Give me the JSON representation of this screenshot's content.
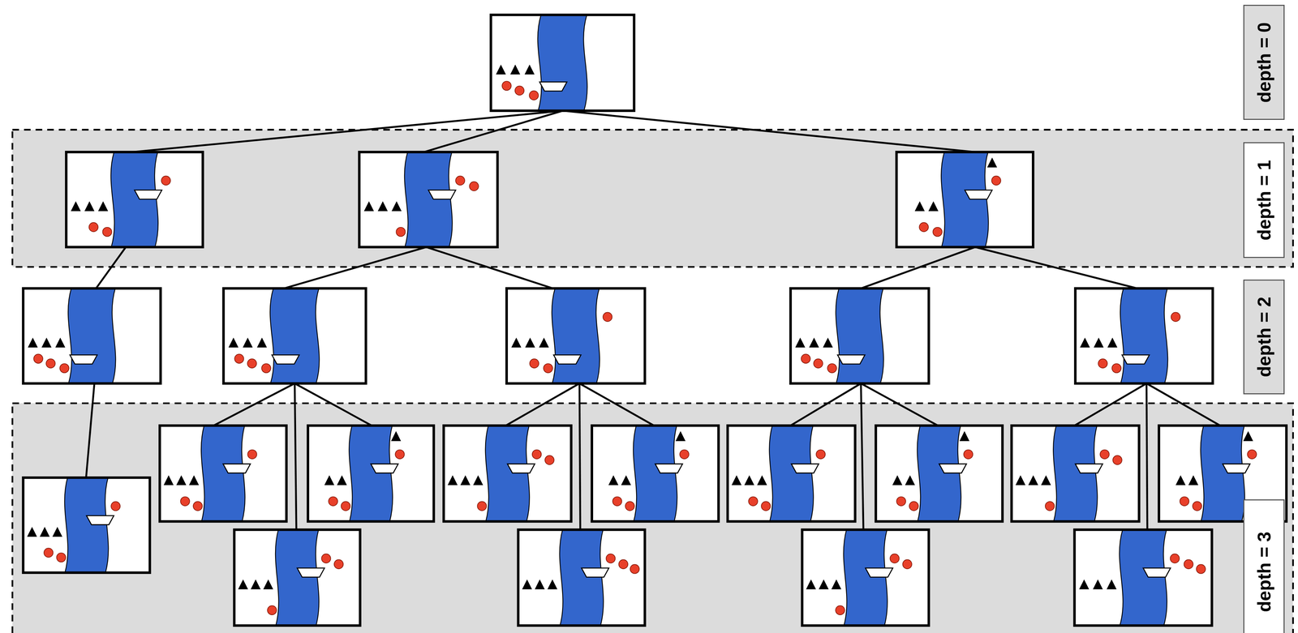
{
  "diagram": {
    "nodes": [
      {
        "text": [
          "depth = 0"
        ]
      },
      {
        "text": [
          "depth = 1"
        ]
      },
      {
        "text": [
          "depth = 2"
        ]
      },
      {
        "text": [
          "depth = 3"
        ]
      }
    ]
  }
}
